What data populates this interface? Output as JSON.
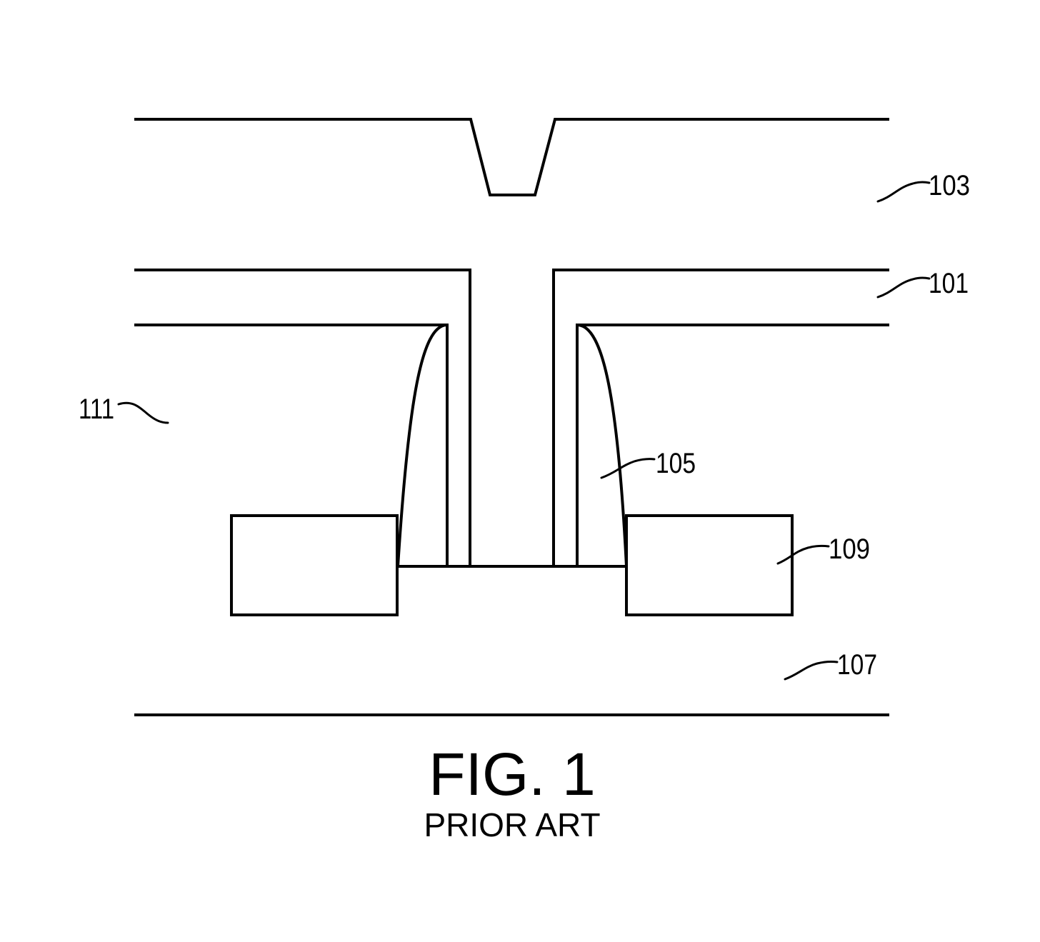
{
  "figure": {
    "title": "FIG. 1",
    "subtitle": "PRIOR ART"
  },
  "reference_numerals": {
    "r101": "101",
    "r103": "103",
    "r105": "105",
    "r107": "107",
    "r109": "109",
    "r111": "111"
  },
  "colors": {
    "line": "#000000",
    "background": "#ffffff"
  }
}
